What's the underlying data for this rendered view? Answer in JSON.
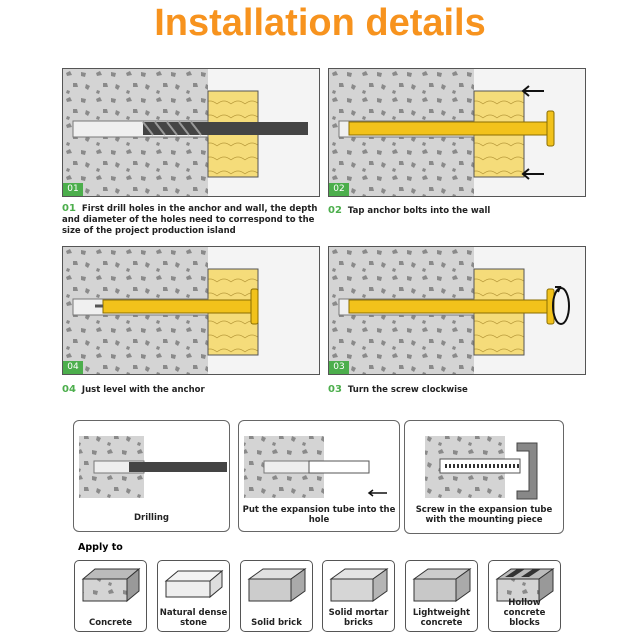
{
  "title": "Installation details",
  "steps": [
    {
      "num": "01",
      "caption": "First drill holes in the anchor and wall, the depth and diameter of the holes need to correspond to the size of the project production island"
    },
    {
      "num": "02",
      "caption": "Tap anchor bolts into the wall"
    },
    {
      "num": "04",
      "caption": "Just level with the anchor"
    },
    {
      "num": "03",
      "caption": "Turn the screw clockwise"
    }
  ],
  "mini_steps": [
    "Drilling",
    "Put the expansion tube into the hole",
    "Screw in the expansion tube with the mounting piece"
  ],
  "apply_label": "Apply to",
  "materials": [
    "Concrete",
    "Natural dense stone",
    "Solid brick",
    "Solid mortar bricks",
    "Lightweight concrete",
    "Hollow concrete blocks"
  ],
  "colors": {
    "accent": "#f7931e",
    "step_green": "#4cae4c",
    "anchor": "#f2c21b",
    "wood": "#f5dc7a"
  }
}
